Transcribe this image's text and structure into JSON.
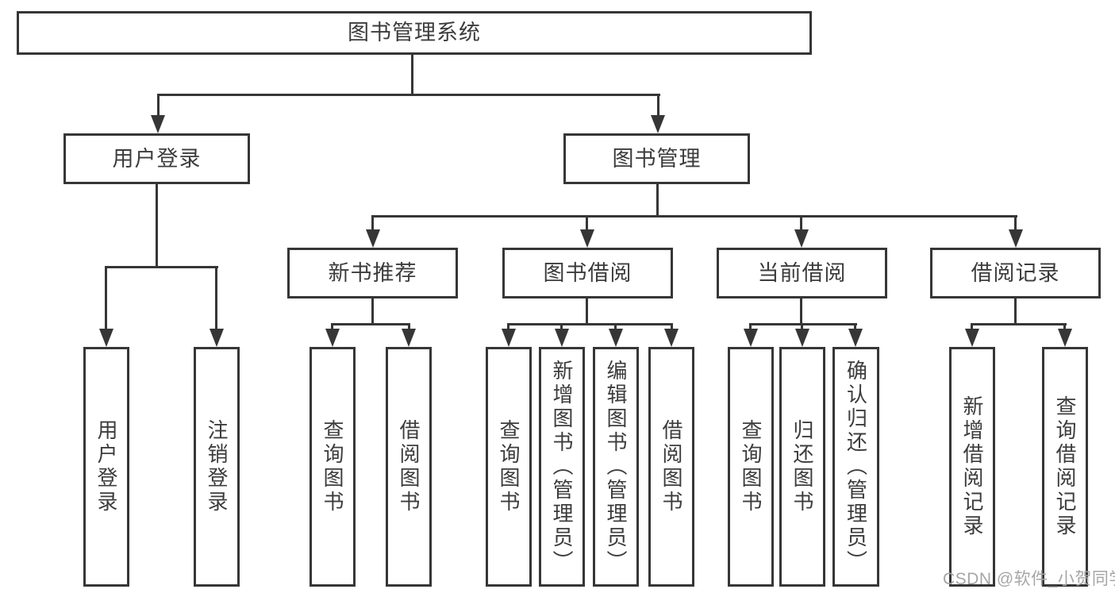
{
  "diagram": {
    "root": {
      "label": "图书管理系统"
    },
    "level2": [
      {
        "id": "user-login",
        "label": "用户登录"
      },
      {
        "id": "book-management",
        "label": "图书管理"
      }
    ],
    "level3": [
      {
        "id": "new-book-recommendation",
        "parent": "图书管理",
        "label": "新书推荐"
      },
      {
        "id": "book-borrowing",
        "parent": "图书管理",
        "label": "图书借阅"
      },
      {
        "id": "current-borrowing",
        "parent": "图书管理",
        "label": "当前借阅"
      },
      {
        "id": "borrowing-records",
        "parent": "图书管理",
        "label": "借阅记录"
      }
    ],
    "leaves": [
      {
        "parent": "用户登录",
        "label": "用户登录"
      },
      {
        "parent": "用户登录",
        "label": "注销登录"
      },
      {
        "parent": "新书推荐",
        "label": "查询图书"
      },
      {
        "parent": "新书推荐",
        "label": "借阅图书"
      },
      {
        "parent": "图书借阅",
        "label": "查询图书"
      },
      {
        "parent": "图书借阅",
        "label": "新增图书（管理员）"
      },
      {
        "parent": "图书借阅",
        "label": "编辑图书（管理员）"
      },
      {
        "parent": "图书借阅",
        "label": "借阅图书"
      },
      {
        "parent": "当前借阅",
        "label": "查询图书"
      },
      {
        "parent": "当前借阅",
        "label": "归还图书"
      },
      {
        "parent": "当前借阅",
        "label": "确认归还（管理员）"
      },
      {
        "parent": "借阅记录",
        "label": "新增借阅记录"
      },
      {
        "parent": "借阅记录",
        "label": "查询借阅记录"
      }
    ],
    "line_color": "#363636",
    "text_color": "#3c3c3c"
  },
  "watermark": {
    "text": "CSDN @软件_小贺同学"
  }
}
